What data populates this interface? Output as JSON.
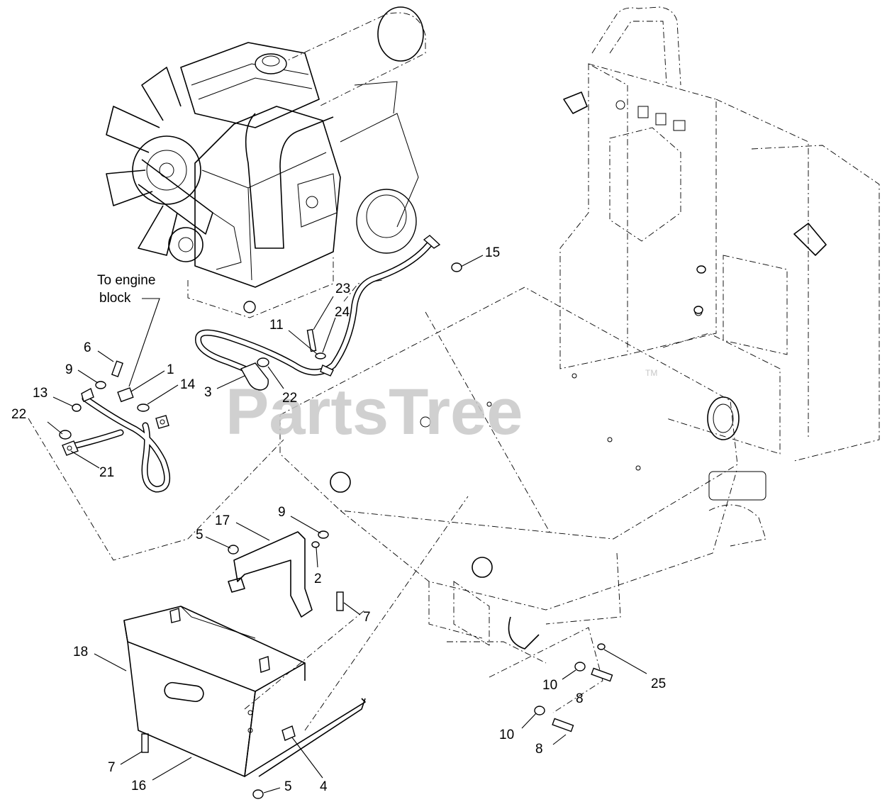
{
  "note": {
    "line1": "To engine",
    "line2": "block"
  },
  "watermark": {
    "text": "PartsTree",
    "tm": "TM"
  },
  "callouts": [
    {
      "id": "c15",
      "text": "15"
    },
    {
      "id": "c23",
      "text": "23"
    },
    {
      "id": "c24",
      "text": "24"
    },
    {
      "id": "c11",
      "text": "11"
    },
    {
      "id": "c6",
      "text": "6"
    },
    {
      "id": "c9a",
      "text": "9"
    },
    {
      "id": "c1",
      "text": "1"
    },
    {
      "id": "c14",
      "text": "14"
    },
    {
      "id": "c13",
      "text": "13"
    },
    {
      "id": "c3",
      "text": "3"
    },
    {
      "id": "c22a",
      "text": "22"
    },
    {
      "id": "c22b",
      "text": "22"
    },
    {
      "id": "c21",
      "text": "21"
    },
    {
      "id": "c9b",
      "text": "9"
    },
    {
      "id": "c17",
      "text": "17"
    },
    {
      "id": "c5a",
      "text": "5"
    },
    {
      "id": "c2",
      "text": "2"
    },
    {
      "id": "c7a",
      "text": "7"
    },
    {
      "id": "c18",
      "text": "18"
    },
    {
      "id": "c25",
      "text": "25"
    },
    {
      "id": "c10a",
      "text": "10"
    },
    {
      "id": "c8a",
      "text": "8"
    },
    {
      "id": "c10b",
      "text": "10"
    },
    {
      "id": "c8b",
      "text": "8"
    },
    {
      "id": "c7b",
      "text": "7"
    },
    {
      "id": "c16",
      "text": "16"
    },
    {
      "id": "c5b",
      "text": "5"
    },
    {
      "id": "c4",
      "text": "4"
    }
  ]
}
